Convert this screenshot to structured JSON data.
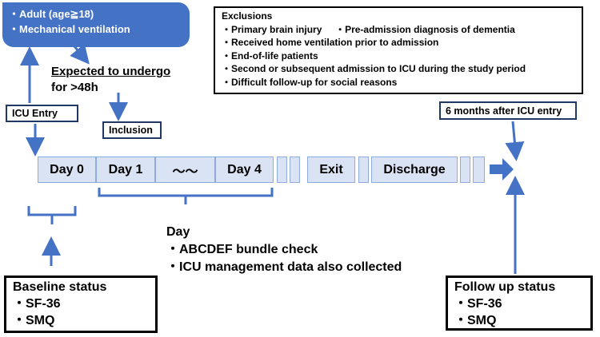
{
  "inclusion_criteria": [
    "・Adult (age≧18)",
    "・Mechanical ventilation"
  ],
  "expected": {
    "line1": "Expected to undergo",
    "line2": "for >48h"
  },
  "icu_entry_label": "ICU Entry",
  "inclusion_label": "Inclusion",
  "six_months_label": "6 months after ICU entry",
  "exclusions": {
    "title": "Exclusions",
    "items": [
      {
        "a": "・Primary brain injury",
        "b": "・Pre-admission diagnosis of dementia"
      },
      {
        "a": "・Received home ventilation prior to admission"
      },
      {
        "a": "・End-of-life patients"
      },
      {
        "a": "・Second or subsequent admission to ICU during the study period"
      },
      {
        "a": "・Difficult follow-up for social reasons"
      }
    ]
  },
  "timeline": {
    "day0": "Day 0",
    "day1": "Day 1",
    "tilde": "〜〜",
    "day4": "Day 4",
    "exit": "Exit",
    "discharge": "Discharge"
  },
  "day_note": {
    "title": "Day",
    "lines": [
      "・ABCDEF bundle check",
      "・ICU management data also collected"
    ]
  },
  "baseline": {
    "title": "Baseline status",
    "items": [
      "・SF-36",
      "・SMQ"
    ]
  },
  "followup": {
    "title": "Follow up status",
    "items": [
      "・SF-36",
      "・SMQ"
    ]
  },
  "colors": {
    "primary_blue": "#4472c4",
    "cell_fill": "#dae3f3",
    "cell_border": "#8faadc",
    "box_border": "#1f3864"
  }
}
